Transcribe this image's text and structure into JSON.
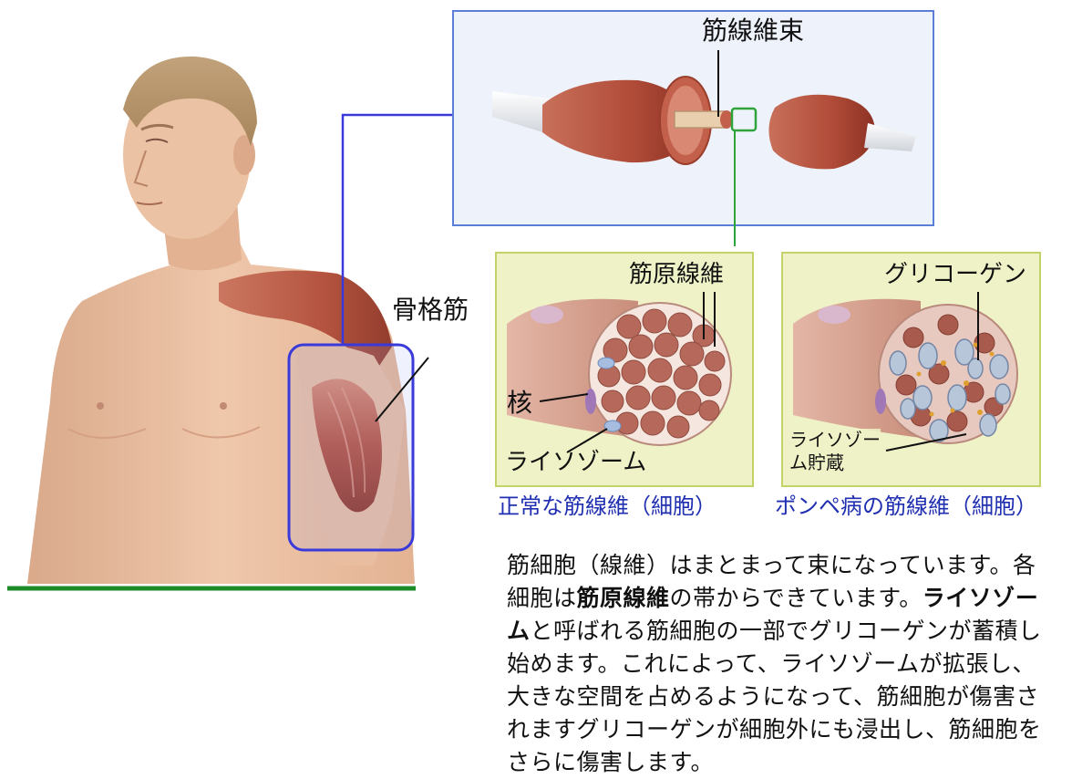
{
  "labels": {
    "bundle": "筋線維束",
    "skeletal_muscle": "骨格筋",
    "myofibril": "筋原線維",
    "glycogen": "グリコーゲン",
    "nucleus": "核",
    "lysosome": "ライソゾーム",
    "lysosome_storage": "ライソゾー\nム貯蔵"
  },
  "captions": {
    "normal": "正常な筋線維（細胞）",
    "pompe": "ポンペ病の筋線維（細胞）"
  },
  "description": {
    "p1": "筋細胞（線維）はまとまって束になっています。各細胞は",
    "b1": "筋原線維",
    "p2": "の帯からできています。",
    "b2": "ライソゾーム",
    "p3": "と呼ばれる筋細胞の一部でグリコーゲンが蓄積し始めます。これによって、ライソゾームが拡張し、大きな空間を占めるようになって、筋細胞が傷害されますグリコーゲンが細胞外にも浸出し、筋細胞をさらに傷害します。"
  },
  "colors": {
    "connector_blue": "#3a3adb",
    "bundle_box_border": "#5b7fd6",
    "bundle_box_fill": "#eef3fb",
    "inset_border": "#c3d36a",
    "inset_fill": "#eef2c6",
    "highlight_green": "#2ea33a",
    "ground_green": "#1f8a2a",
    "caption_blue": "#1f2fb0"
  }
}
